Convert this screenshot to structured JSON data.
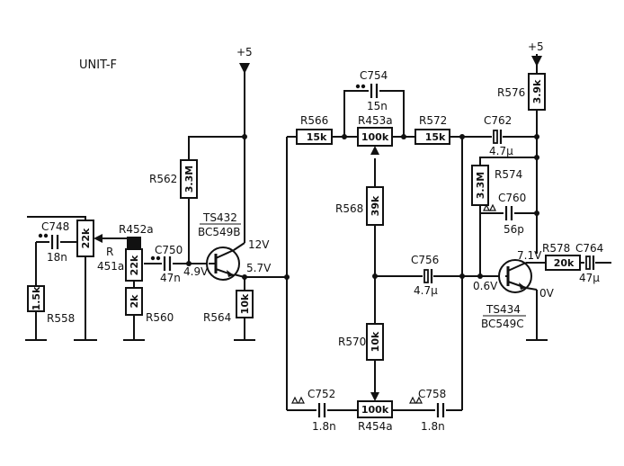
{
  "unit_label": "UNIT-F",
  "supply": {
    "left": "+5",
    "right": "+5"
  },
  "resistors": {
    "R558": {
      "name": "R558",
      "value": "1.5k"
    },
    "R451a": {
      "name": "R",
      "name2": "451a",
      "value": "22k"
    },
    "R452a": {
      "name": "R452a",
      "value": "22k"
    },
    "R560": {
      "name": "R560",
      "value": "2k"
    },
    "R562": {
      "name": "R562",
      "value": "3.3M"
    },
    "R564": {
      "name": "R564",
      "value": "10k"
    },
    "R566": {
      "name": "R566",
      "value": "15k"
    },
    "R453a": {
      "name": "R453a",
      "value": "100k"
    },
    "R572": {
      "name": "R572",
      "value": "15k"
    },
    "R568": {
      "name": "R568",
      "value": "39k"
    },
    "R570": {
      "name": "R570",
      "value": "10k"
    },
    "R454a": {
      "name": "R454a",
      "value": "100k"
    },
    "R576": {
      "name": "R576",
      "value": "3.9k"
    },
    "R574": {
      "name": "R574",
      "value": "3.3M"
    },
    "R578": {
      "name": "R578",
      "value": "20k"
    }
  },
  "capacitors": {
    "C748": {
      "name": "C748",
      "value": "18n"
    },
    "C750": {
      "name": "C750",
      "value": "47n"
    },
    "C754": {
      "name": "C754",
      "value": "15n"
    },
    "C756": {
      "name": "C756",
      "value": "4.7µ"
    },
    "C752": {
      "name": "C752",
      "value": "1.8n"
    },
    "C758": {
      "name": "C758",
      "value": "1.8n"
    },
    "C762": {
      "name": "C762",
      "value": "4.7µ"
    },
    "C760": {
      "name": "C760",
      "value": "56p"
    },
    "C764": {
      "name": "C764",
      "value": "47µ"
    }
  },
  "transistors": {
    "TS432": {
      "name": "TS432",
      "type": "BC549B"
    },
    "TS434": {
      "name": "TS434",
      "type": "BC549C"
    }
  },
  "voltages": {
    "ts432_base": "4.9V",
    "ts432_collector": "12V",
    "ts432_emitter": "5.7V",
    "ts434_collector": "7.1V",
    "ts434_base": "0.6V",
    "ts434_emitter": "0V"
  }
}
